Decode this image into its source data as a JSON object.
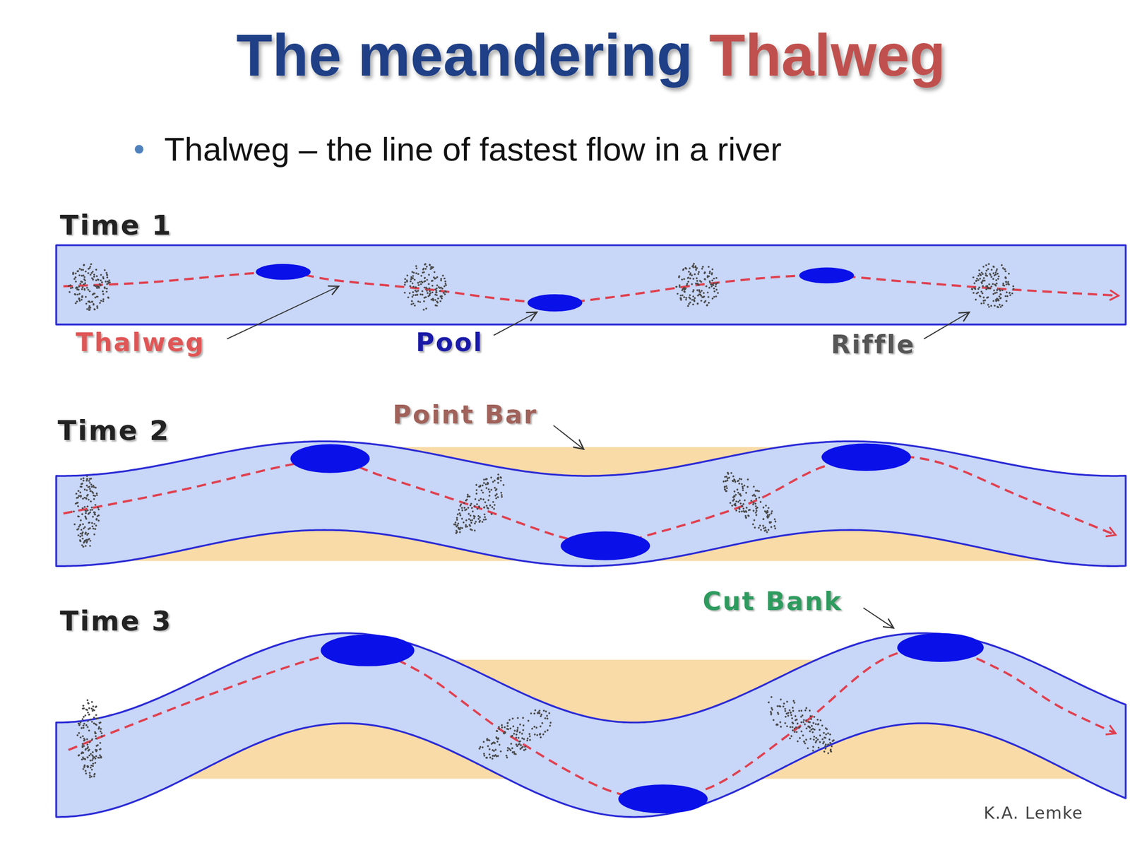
{
  "diagram": {
    "title": "The meandering Thalweg",
    "labels": [
      "Thalweg – the line of fastest flow in a river",
      "Time 1",
      "Thalweg",
      "Pool",
      "Riffle",
      "Time 2",
      "Point Bar",
      "Time 3",
      "Cut Bank",
      "K.A. Lemke"
    ]
  }
}
